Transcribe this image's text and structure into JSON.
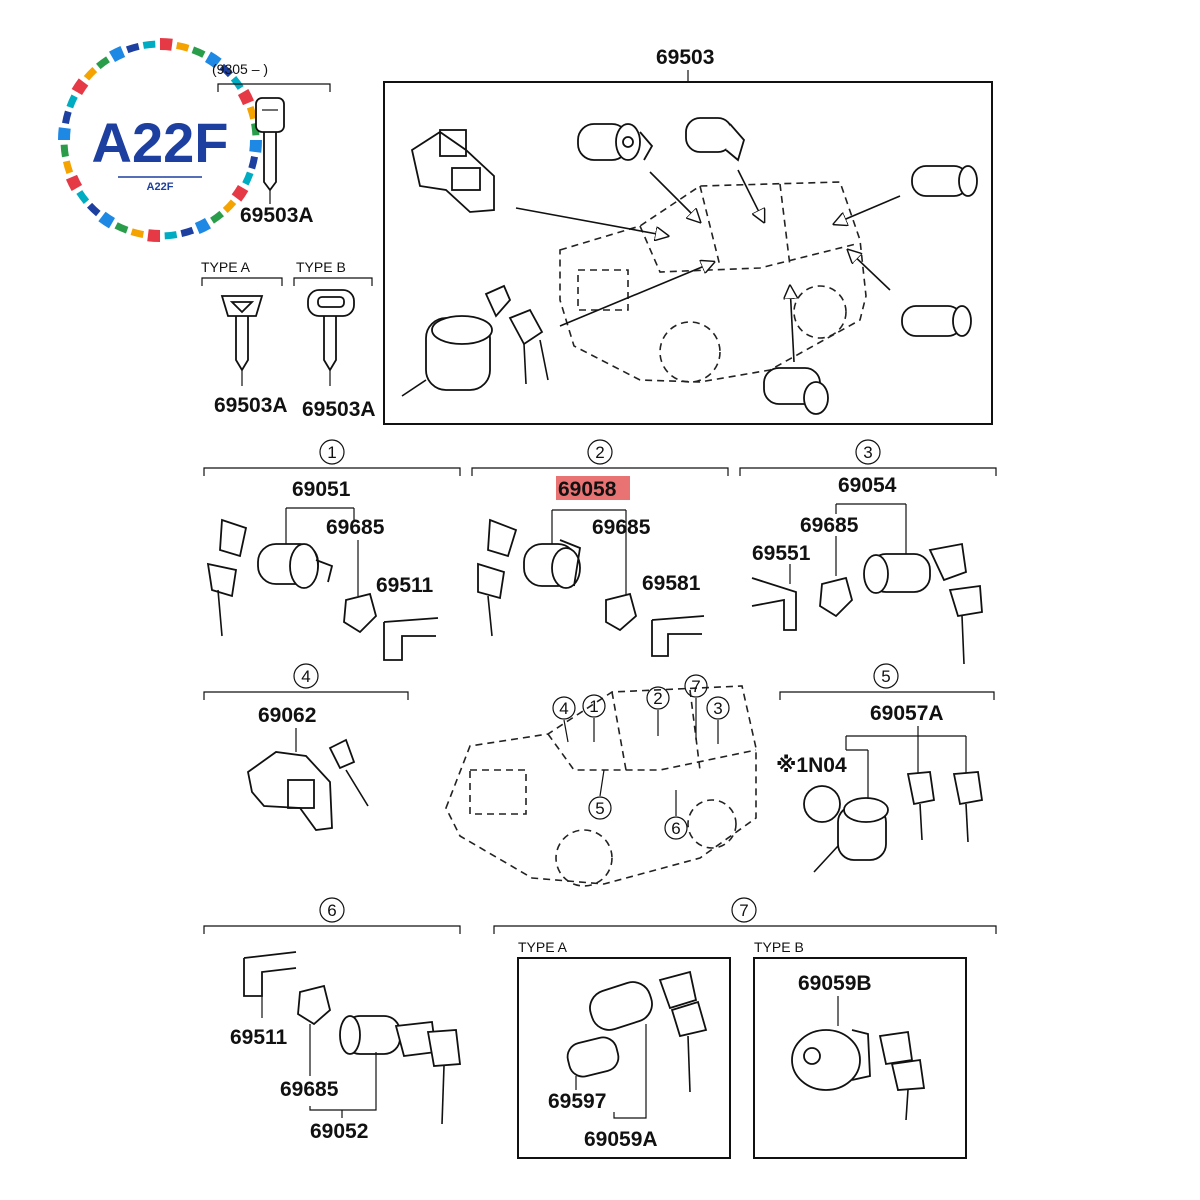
{
  "logo": {
    "mark": "A22F",
    "sub": "A22F"
  },
  "header": {
    "range": "(9305 –      )",
    "main_part": "69503"
  },
  "top_left": {
    "key_part": "69503A",
    "type_a_label": "TYPE  A",
    "type_b_label": "TYPE  B",
    "type_a_part": "69503A",
    "type_b_part": "69503A"
  },
  "groups": [
    {
      "circle": "1",
      "main": "69051",
      "parts": [
        "69685",
        "69511"
      ]
    },
    {
      "circle": "2",
      "main": "69058",
      "parts": [
        "69685",
        "69581"
      ],
      "highlight": "#e55a5a"
    },
    {
      "circle": "3",
      "main": "69054",
      "parts": [
        "69685",
        "69551"
      ]
    },
    {
      "circle": "4",
      "main": "69062",
      "parts": []
    },
    {
      "circle": "5",
      "main": "69057A",
      "parts": [
        "※1N04"
      ]
    },
    {
      "circle": "6",
      "main": "69052",
      "parts": [
        "69511",
        "69685"
      ]
    },
    {
      "circle": "7",
      "main": "",
      "parts": []
    }
  ],
  "vehicle_markers": [
    "4",
    "1",
    "2",
    "7",
    "3",
    "5",
    "6"
  ],
  "group7": {
    "type_a_label": "TYPE  A",
    "type_b_label": "TYPE  B",
    "type_a_parts": [
      "69597",
      "69059A"
    ],
    "type_b_parts": [
      "69059B"
    ]
  },
  "logo_colors": [
    "#e63946",
    "#f4a300",
    "#2a9d4a",
    "#1e88e5",
    "#1d3fa0",
    "#00acc1"
  ]
}
